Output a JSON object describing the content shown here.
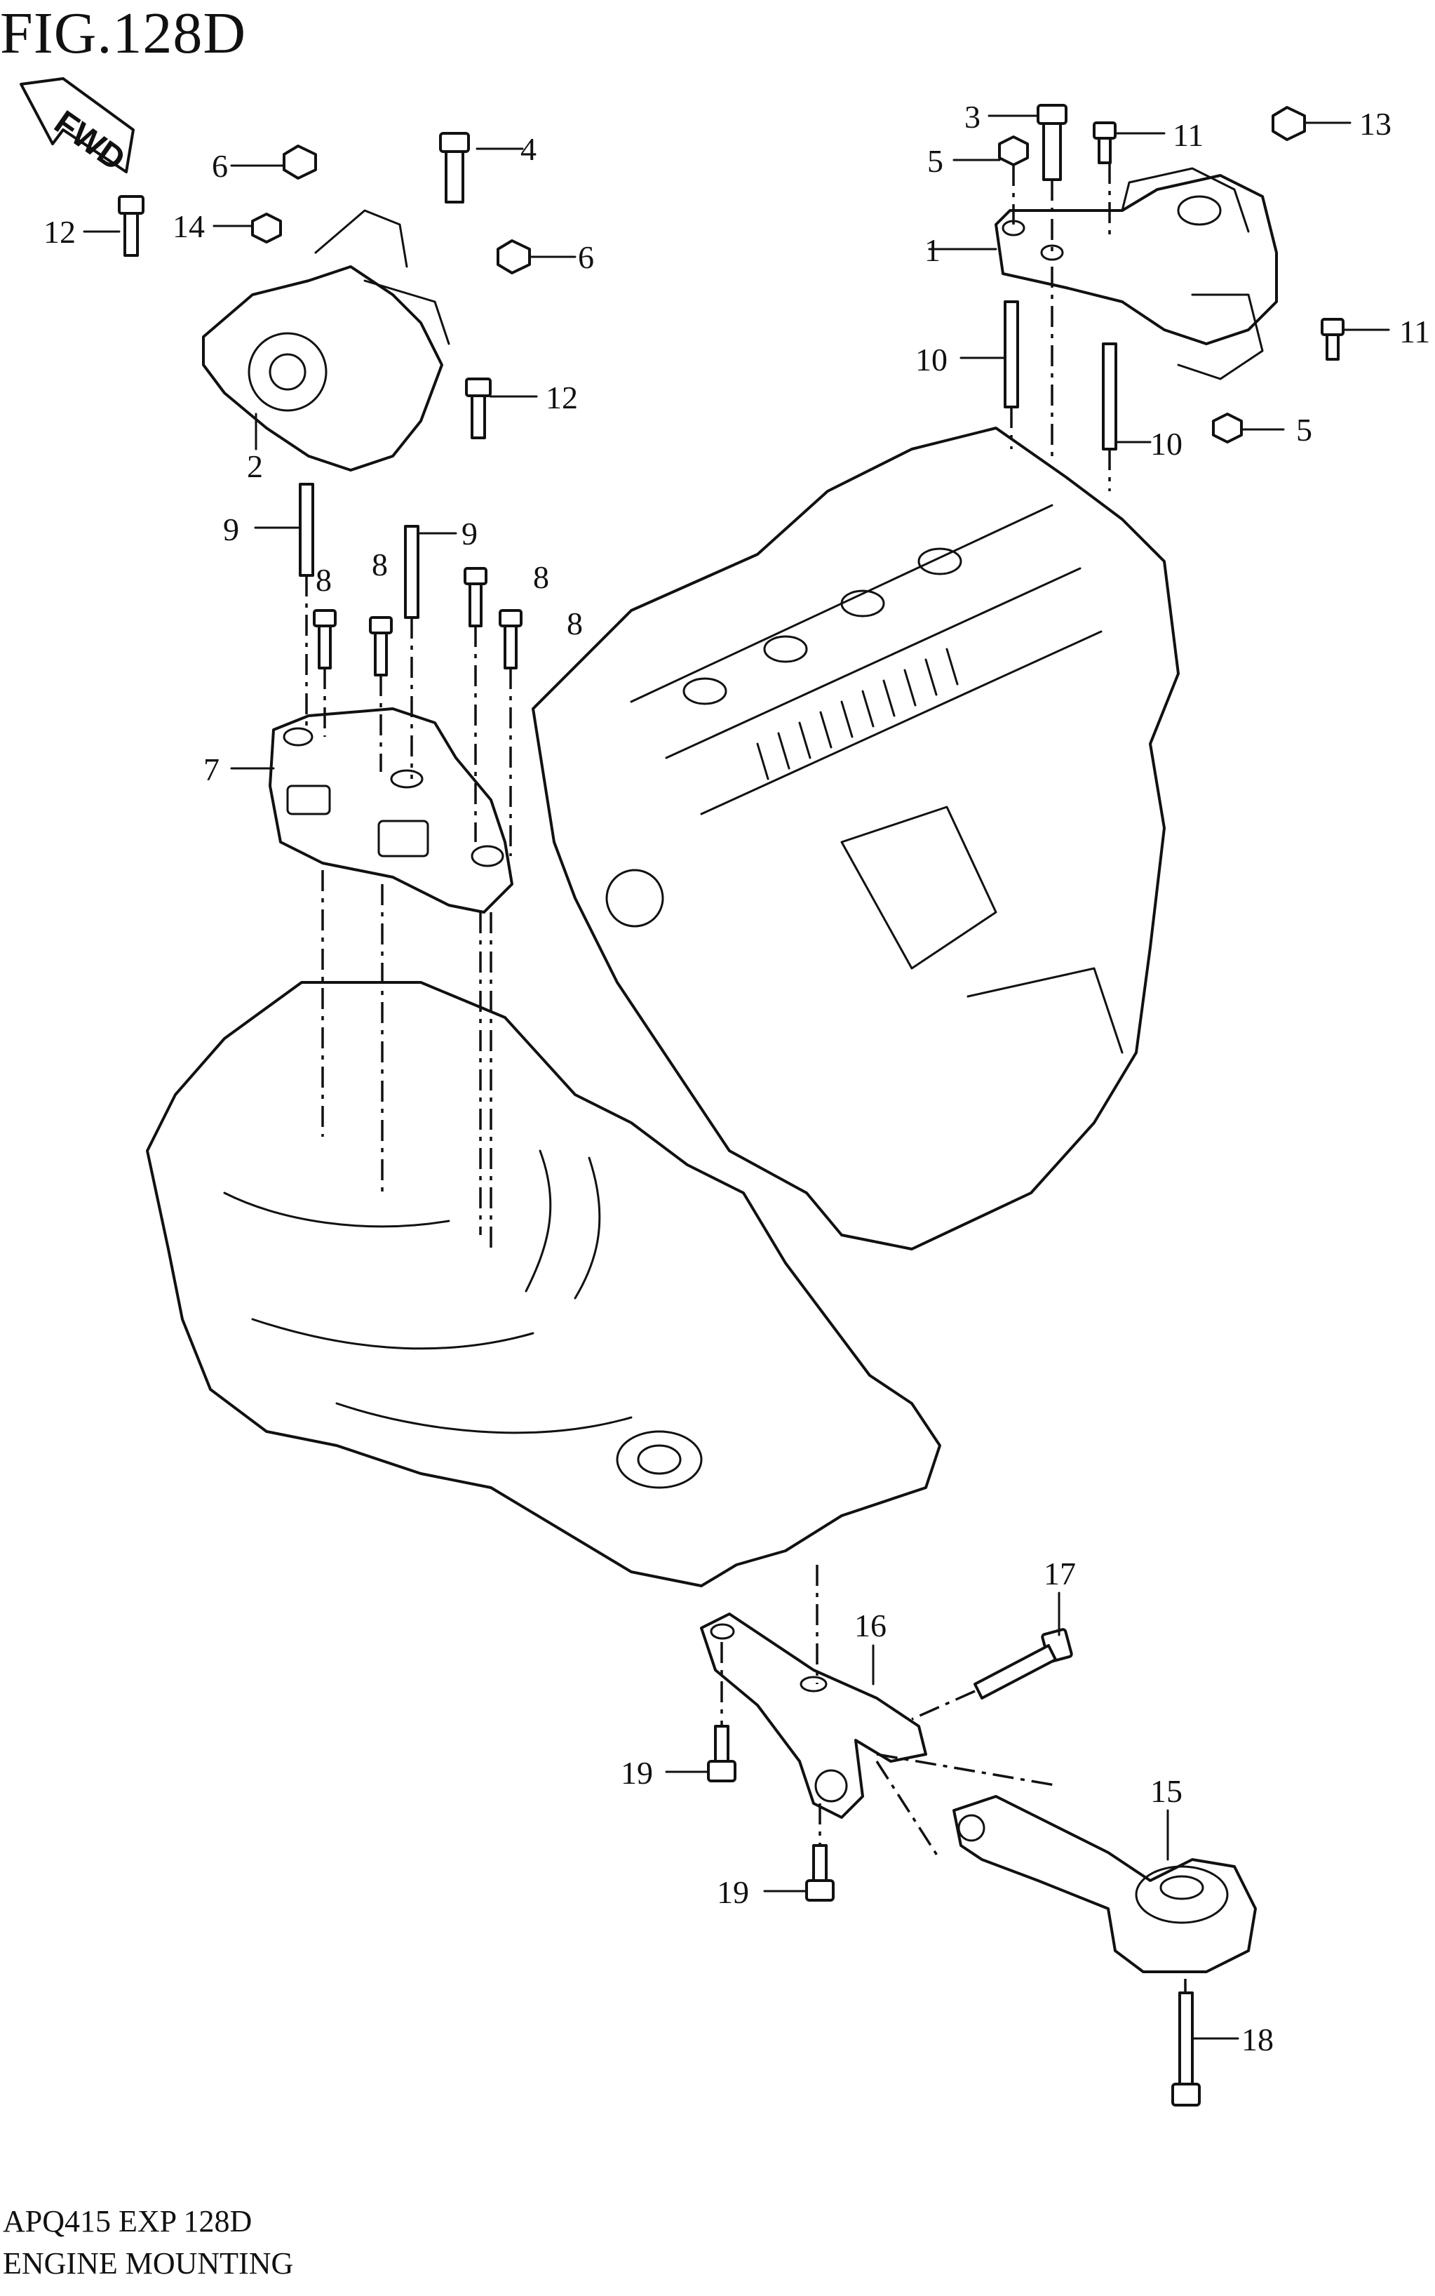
{
  "figure": {
    "title": "FIG.128D"
  },
  "footer": {
    "code": "APQ415 EXP 128D",
    "name": "ENGINE MOUNTING"
  },
  "fwd_arrow": {
    "label": "FWD"
  },
  "callouts": [
    {
      "id": "c1",
      "label": "1"
    },
    {
      "id": "c2",
      "label": "2"
    },
    {
      "id": "c3",
      "label": "3"
    },
    {
      "id": "c4",
      "label": "4"
    },
    {
      "id": "c5a",
      "label": "5"
    },
    {
      "id": "c5b",
      "label": "5"
    },
    {
      "id": "c6a",
      "label": "6"
    },
    {
      "id": "c6b",
      "label": "6"
    },
    {
      "id": "c7",
      "label": "7"
    },
    {
      "id": "c8a",
      "label": "8"
    },
    {
      "id": "c8b",
      "label": "8"
    },
    {
      "id": "c8c",
      "label": "8"
    },
    {
      "id": "c8d",
      "label": "8"
    },
    {
      "id": "c9a",
      "label": "9"
    },
    {
      "id": "c9b",
      "label": "9"
    },
    {
      "id": "c10a",
      "label": "10"
    },
    {
      "id": "c10b",
      "label": "10"
    },
    {
      "id": "c11a",
      "label": "11"
    },
    {
      "id": "c11b",
      "label": "11"
    },
    {
      "id": "c12a",
      "label": "12"
    },
    {
      "id": "c12b",
      "label": "12"
    },
    {
      "id": "c13",
      "label": "13"
    },
    {
      "id": "c14",
      "label": "14"
    },
    {
      "id": "c15",
      "label": "15"
    },
    {
      "id": "c16",
      "label": "16"
    },
    {
      "id": "c17",
      "label": "17"
    },
    {
      "id": "c18",
      "label": "18"
    },
    {
      "id": "c19a",
      "label": "19"
    },
    {
      "id": "c19b",
      "label": "19"
    }
  ]
}
